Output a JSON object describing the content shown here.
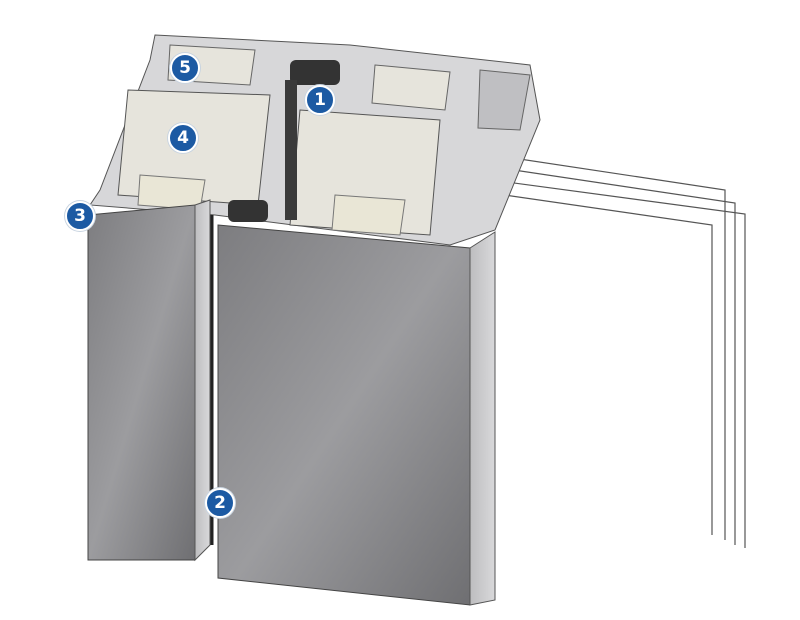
{
  "diagram": {
    "markers": [
      {
        "id": "1",
        "label": "1"
      },
      {
        "id": "2",
        "label": "2"
      },
      {
        "id": "3",
        "label": "3"
      },
      {
        "id": "4",
        "label": "4"
      },
      {
        "id": "5",
        "label": "5"
      }
    ],
    "colors": {
      "marker": "#1c5aa3",
      "metal": "#8a8a8c",
      "insulation": "#e6e4dc"
    }
  }
}
